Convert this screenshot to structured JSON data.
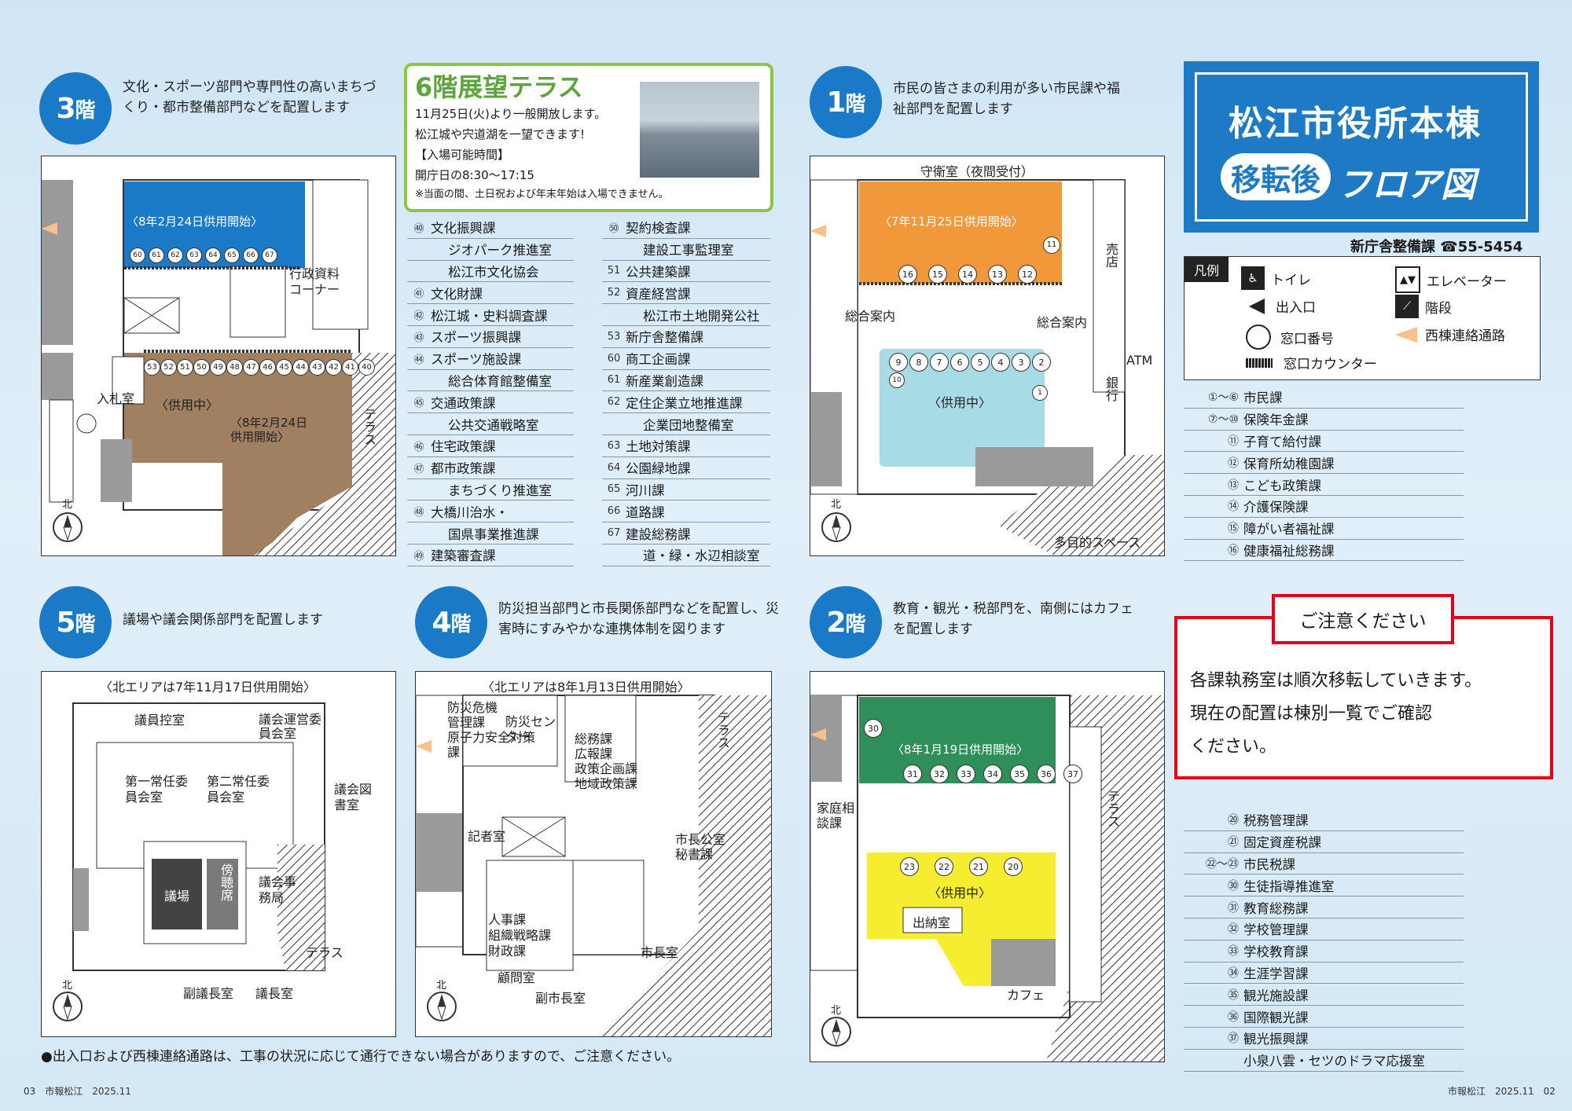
{
  "floors": {
    "f3": {
      "num": "3",
      "kai": "階",
      "desc": "文化・スポーツ部門や専門性の高いまちづくり・都市整備部門などを配置します",
      "labels": {
        "open_top": "〈8年2月24日供用開始〉",
        "kyoyo": "〈供用中〉",
        "open_bottom": "〈8年2月24日供用開始〉",
        "nyusatsu": "入札室",
        "gyosei": "行政資料コーナー",
        "terrace": "テラス",
        "north": "北"
      },
      "counters_top": [
        "60",
        "61",
        "62",
        "63",
        "64",
        "65",
        "66",
        "67"
      ],
      "counters_mid": [
        "53",
        "52",
        "51",
        "50",
        "49",
        "48",
        "47",
        "46",
        "45",
        "44",
        "43",
        "42",
        "41",
        "40"
      ]
    },
    "f1": {
      "num": "1",
      "kai": "階",
      "desc": "市民の皆さまの利用が多い市民課や福祉部門を配置します",
      "labels": {
        "shuei": "守衛室（夜間受付）",
        "open": "〈7年11月25日供用開始〉",
        "sogo1": "総合案内",
        "sogo2": "総合案内",
        "kyoyo": "〈供用中〉",
        "baiten": "売店",
        "atm": "ATM",
        "ginko": "銀行",
        "tamokuteki": "多目的スペース",
        "north": "北"
      },
      "counters_top": [
        "16",
        "15",
        "14",
        "13",
        "12"
      ],
      "counter_11": "11",
      "counters_mid": [
        "9",
        "8",
        "7",
        "6",
        "5",
        "4",
        "3",
        "2"
      ],
      "counter_10": "10",
      "counter_1": "1"
    },
    "f5": {
      "num": "5",
      "kai": "階",
      "desc": "議場や議会関係部門を配置します",
      "labels": {
        "north_area": "〈北エリアは7年11月17日供用開始〉",
        "hikae": "議員控室",
        "iinkai": "議会運営委員会室",
        "dai1": "第一常任委員会室",
        "dai2": "第二常任委員会室",
        "tosho": "議会図書室",
        "gijo": "議場",
        "bocho": "傍聴席",
        "jimukyoku": "議会事務局",
        "terrace": "テラス",
        "fukugicho": "副議長室",
        "gicho": "議長室",
        "north": "北"
      }
    },
    "f4": {
      "num": "4",
      "kai": "階",
      "desc": "防災担当部門と市長関係部門などを配置し、災害時にすみやかな連携体制を図ります",
      "labels": {
        "north_area": "〈北エリアは8年1月13日供用開始〉",
        "bosai_kiki": "防災危機管理課",
        "bosai_center": "防災センター",
        "genshiryoku": "原子力安全対策課",
        "somu": "総務課",
        "koho": "広報課",
        "seisaku": "政策企画課",
        "chiiki": "地域政策課",
        "terrace": "テラス",
        "kisha": "記者室",
        "shicho_kokai": "市長公室",
        "hisho": "秘書課",
        "jinji": "人事課",
        "soshiki": "組織戦略課",
        "zaisei": "財政課",
        "komon": "顧問室",
        "fukushicho": "副市長室",
        "shicho": "市長室",
        "north": "北"
      }
    },
    "f2": {
      "num": "2",
      "kai": "階",
      "desc": "教育・観光・税部門を、南側にはカフェを配置します",
      "labels": {
        "open": "〈8年1月19日供用開始〉",
        "katei": "家庭相談課",
        "kyoyo": "〈供用中〉",
        "suito": "出納室",
        "cafe": "カフェ",
        "terrace": "テラス",
        "north": "北"
      },
      "counter_30": "30",
      "counters_top": [
        "31",
        "32",
        "33",
        "34",
        "35",
        "36",
        "37"
      ],
      "counters_mid": [
        "23",
        "22",
        "21",
        "20"
      ]
    }
  },
  "terrace6": {
    "title": "6階展望テラス",
    "line1": "11月25日(火)より一般開放します。",
    "line2": "松江城や宍道湖を一望できます!",
    "line3": "【入場可能時間】",
    "line4": "開庁日の8:30～17:15",
    "line5": "※当面の間、土日祝および年末年始は入場できません。"
  },
  "list_3f_left": [
    {
      "n": "㊵",
      "t": "文化振興課"
    },
    {
      "n": "",
      "t": "ジオパーク推進室"
    },
    {
      "n": "",
      "t": "松江市文化協会"
    },
    {
      "n": "㊶",
      "t": "文化財課"
    },
    {
      "n": "㊷",
      "t": "松江城・史料調査課"
    },
    {
      "n": "㊸",
      "t": "スポーツ振興課"
    },
    {
      "n": "㊹",
      "t": "スポーツ施設課"
    },
    {
      "n": "",
      "t": "総合体育館整備室"
    },
    {
      "n": "㊺",
      "t": "交通政策課"
    },
    {
      "n": "",
      "t": "公共交通戦略室"
    },
    {
      "n": "㊻",
      "t": "住宅政策課"
    },
    {
      "n": "㊼",
      "t": "都市政策課"
    },
    {
      "n": "",
      "t": "まちづくり推進室"
    },
    {
      "n": "㊽",
      "t": "大橋川治水・"
    },
    {
      "n": "",
      "t": "国県事業推進課"
    },
    {
      "n": "㊾",
      "t": "建築審査課"
    }
  ],
  "list_3f_right": [
    {
      "n": "㊿",
      "t": "契約検査課"
    },
    {
      "n": "",
      "t": "建設工事監理室"
    },
    {
      "n": "51",
      "t": "公共建築課"
    },
    {
      "n": "52",
      "t": "資産経営課"
    },
    {
      "n": "",
      "t": "松江市土地開発公社"
    },
    {
      "n": "53",
      "t": "新庁舎整備課"
    },
    {
      "n": "60",
      "t": "商工企画課"
    },
    {
      "n": "61",
      "t": "新産業創造課"
    },
    {
      "n": "62",
      "t": "定住企業立地推進課"
    },
    {
      "n": "",
      "t": "企業団地整備室"
    },
    {
      "n": "63",
      "t": "土地対策課"
    },
    {
      "n": "64",
      "t": "公園緑地課"
    },
    {
      "n": "65",
      "t": "河川課"
    },
    {
      "n": "66",
      "t": "道路課"
    },
    {
      "n": "67",
      "t": "建設総務課"
    },
    {
      "n": "",
      "t": "道・緑・水辺相談室"
    }
  ],
  "list_1f": [
    {
      "n": "①～⑥",
      "t": "市民課"
    },
    {
      "n": "⑦～⑩",
      "t": "保険年金課"
    },
    {
      "n": "⑪",
      "t": "子育て給付課"
    },
    {
      "n": "⑫",
      "t": "保育所幼稚園課"
    },
    {
      "n": "⑬",
      "t": "こども政策課"
    },
    {
      "n": "⑭",
      "t": "介護保険課"
    },
    {
      "n": "⑮",
      "t": "障がい者福祉課"
    },
    {
      "n": "⑯",
      "t": "健康福祉総務課"
    }
  ],
  "list_2f": [
    {
      "n": "⑳",
      "t": "税務管理課"
    },
    {
      "n": "㉑",
      "t": "固定資産税課"
    },
    {
      "n": "㉒～㉓",
      "t": "市民税課"
    },
    {
      "n": "㉚",
      "t": "生徒指導推進室"
    },
    {
      "n": "㉛",
      "t": "教育総務課"
    },
    {
      "n": "㉜",
      "t": "学校管理課"
    },
    {
      "n": "㉝",
      "t": "学校教育課"
    },
    {
      "n": "㉞",
      "t": "生涯学習課"
    },
    {
      "n": "㉟",
      "t": "観光施設課"
    },
    {
      "n": "㊱",
      "t": "国際観光課"
    },
    {
      "n": "㊲",
      "t": "観光振興課"
    },
    {
      "n": "",
      "t": "小泉八雲・セツのドラマ応援室"
    }
  ],
  "title": {
    "line1": "松江市役所本棟",
    "bubble": "移転後",
    "line2": "フロア図"
  },
  "contact": {
    "dept": "新庁舎整備課",
    "tel": "☎55-5454"
  },
  "legend": {
    "label": "凡例",
    "items": [
      {
        "icon": "toilet-icon",
        "t": "トイレ"
      },
      {
        "icon": "elevator-icon",
        "t": "エレベーター"
      },
      {
        "icon": "entrance-icon",
        "t": "出入口"
      },
      {
        "icon": "stairs-icon",
        "t": "階段"
      },
      {
        "icon": "window-number-icon",
        "t": "窓口番号"
      },
      {
        "icon": "west-link-icon",
        "t": "西棟連絡通路"
      },
      {
        "icon": "counter-icon",
        "t": "窓口カウンター"
      }
    ]
  },
  "notice": {
    "title": "ご注意ください",
    "line1": "各課執務室は順次移転していきます。",
    "line2": "現在の配置は棟別一覧でご確認",
    "line3": "ください。"
  },
  "footnote": "●出入口および西棟連絡通路は、工事の状況に応じて通行できない場合がありますので、ご注意ください。",
  "footer_left": "03　市報松江　2025.11",
  "footer_right": "市報松江　2025.11　02",
  "colors": {
    "blue": "#1a7ac8",
    "brown": "#a08060",
    "orange": "#f0983a",
    "lightblue": "#a7dbe6",
    "green": "#2f8f5b",
    "yellow": "#f6ec30",
    "red": "#e3001b",
    "gray": "#9a9a9a"
  }
}
